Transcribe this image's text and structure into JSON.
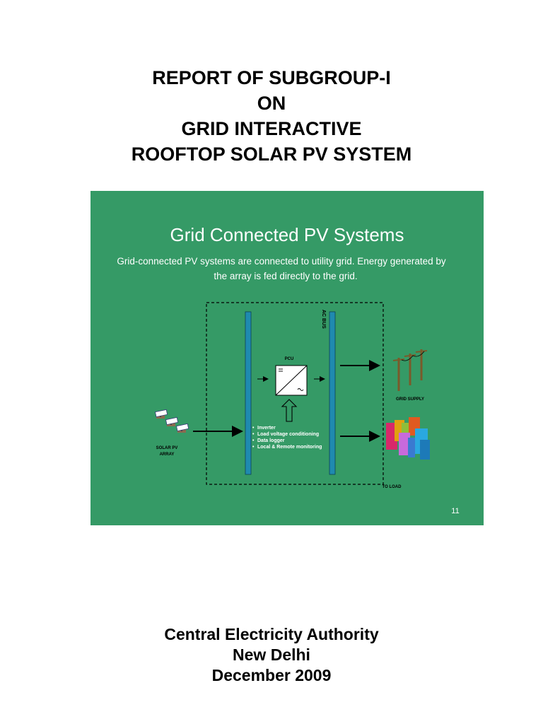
{
  "title_lines": [
    "REPORT OF SUBGROUP-I",
    "ON",
    "GRID INTERACTIVE",
    "ROOFTOP SOLAR PV SYSTEM"
  ],
  "slide": {
    "heading": "Grid Connected PV Systems",
    "subtitle_line1": "Grid-connected PV systems are  connected to utility grid. Energy generated by",
    "subtitle_line2": "the array is fed directly to the grid.",
    "ac_bus_label": "AC BUS",
    "pcu_label": "PCU",
    "pcu_features": [
      "Inverter",
      "Load voltage conditioning",
      "Data logger",
      "Local & Remote monitoring"
    ],
    "solar_label_line1": "SOLAR PV",
    "solar_label_line2": "ARRAY",
    "grid_supply_label": "GRID SUPPLY",
    "to_load_label": "TO LOAD",
    "slide_number": "11",
    "colors": {
      "background": "#359a66",
      "bus_bar": "#1f8ab0",
      "text": "#ffffff"
    }
  },
  "footer_lines": [
    "Central Electricity Authority",
    "New Delhi",
    "December 2009"
  ]
}
